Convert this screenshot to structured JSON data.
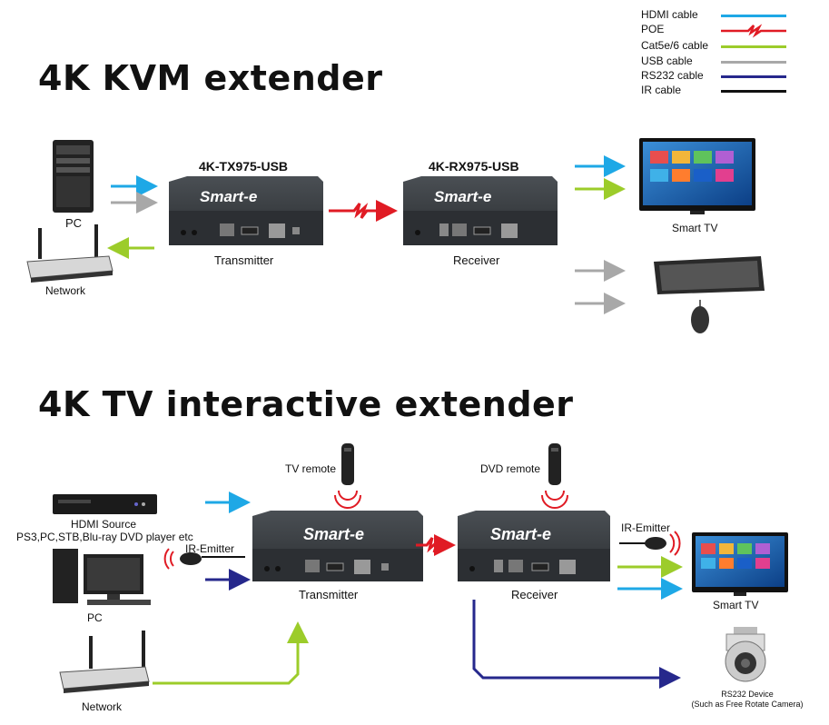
{
  "legend": {
    "items": [
      {
        "label": "HDMI cable",
        "color": "#1ea8e6"
      },
      {
        "label": "POE",
        "color": "#e01b24"
      },
      {
        "label": "Cat5e/6 cable",
        "color": "#9ccc2a"
      },
      {
        "label": "USB cable",
        "color": "#a8a8a8"
      },
      {
        "label": "RS232  cable",
        "color": "#26288c"
      },
      {
        "label": "IR cable",
        "color": "#111111"
      }
    ]
  },
  "kvm": {
    "title": "4K KVM extender",
    "pc_label": "PC",
    "network_label": "Network",
    "tx_model": "4K-TX975-USB",
    "tx_label": "Transmitter",
    "rx_model": "4K-RX975-USB",
    "rx_label": "Receiver",
    "tv_label": "Smart TV",
    "brand": "Smart-e"
  },
  "tv": {
    "title": "4K TV interactive extender",
    "hdmi_source_label": "HDMI Source",
    "hdmi_source_sub": "PS3,PC,STB,Blu-ray DVD player etc",
    "ir_emitter_left": "IR-Emitter",
    "pc_label": "PC",
    "network_label": "Network",
    "tv_remote_label": "TV remote",
    "dvd_remote_label": "DVD remote",
    "tx_label": "Transmitter",
    "rx_label": "Receiver",
    "ir_emitter_right": "IR-Emitter",
    "smart_tv_label": "Smart TV",
    "rs232_label": "RS232 Device",
    "rs232_sub": "(Such as Free Rotate Camera)",
    "brand": "Smart-e"
  },
  "colors": {
    "hdmi": "#1ea8e6",
    "poe": "#e01b24",
    "cat": "#9ccc2a",
    "usb": "#a8a8a8",
    "rs232": "#26288c",
    "ir": "#111111"
  }
}
